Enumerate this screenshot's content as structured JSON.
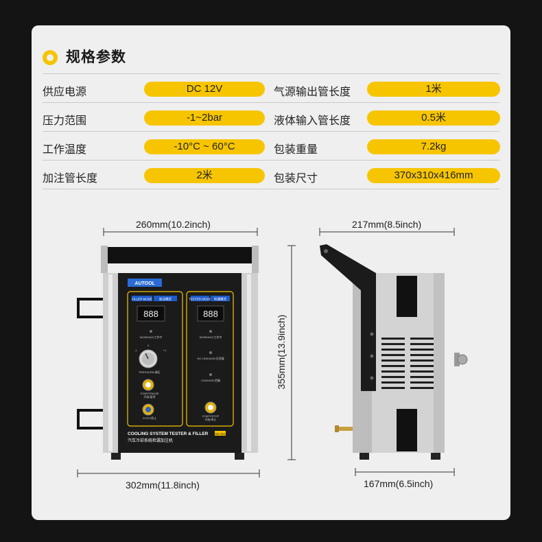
{
  "header": {
    "title": "规格参数"
  },
  "specs": [
    {
      "label": "供应电源",
      "value": "DC 12V"
    },
    {
      "label": "气源输出管长度",
      "value": "1米"
    },
    {
      "label": "压力范围",
      "value": "-1~2bar"
    },
    {
      "label": "液体输入管长度",
      "value": "0.5米"
    },
    {
      "label": "工作温度",
      "value": "-10°C ~ 60°C"
    },
    {
      "label": "包装重量",
      "value": "7.2kg"
    },
    {
      "label": "加注管长度",
      "value": "2米"
    },
    {
      "label": "包装尺寸",
      "value": "370x310x416mm"
    }
  ],
  "dimensions": {
    "front_top": "260mm(10.2inch)",
    "front_bottom": "302mm(11.8inch)",
    "height": "355mm(13.9inch)",
    "side_top": "217mm(8.5inch)",
    "side_bottom": "167mm(6.5inch)"
  },
  "device": {
    "brand": "AUTOOL",
    "panel_left_mode": "FILLER MODE",
    "panel_left_mode_cn": "加注模式",
    "panel_right_mode": "TESTER MODE",
    "panel_right_mode_cn": "检漏模式",
    "display_value": "888",
    "working": "WORKING/工作中",
    "pressure": "PRESSURE/调压",
    "start_pause": "START/PAUSE",
    "start_pause_cn": "开始/暂停",
    "stop": "STOP/停止",
    "no_leakage": "NO LEAKAGE/无泄漏",
    "leakage": "LEAKAGE/泄漏",
    "start_stop": "START/STOP",
    "start_stop_cn": "开始/停止",
    "footer_en": "COOLING SYSTEM TESTER & FILLER",
    "footer_cn": "汽车冷却系统检漏加注机",
    "model": "SS-361",
    "dial_min": "-1",
    "dial_mid": "0",
    "dial_max": "+1"
  },
  "colors": {
    "accent": "#f7c500",
    "card": "#efefef",
    "background": "#141414",
    "panel": "#1b1b1b"
  }
}
